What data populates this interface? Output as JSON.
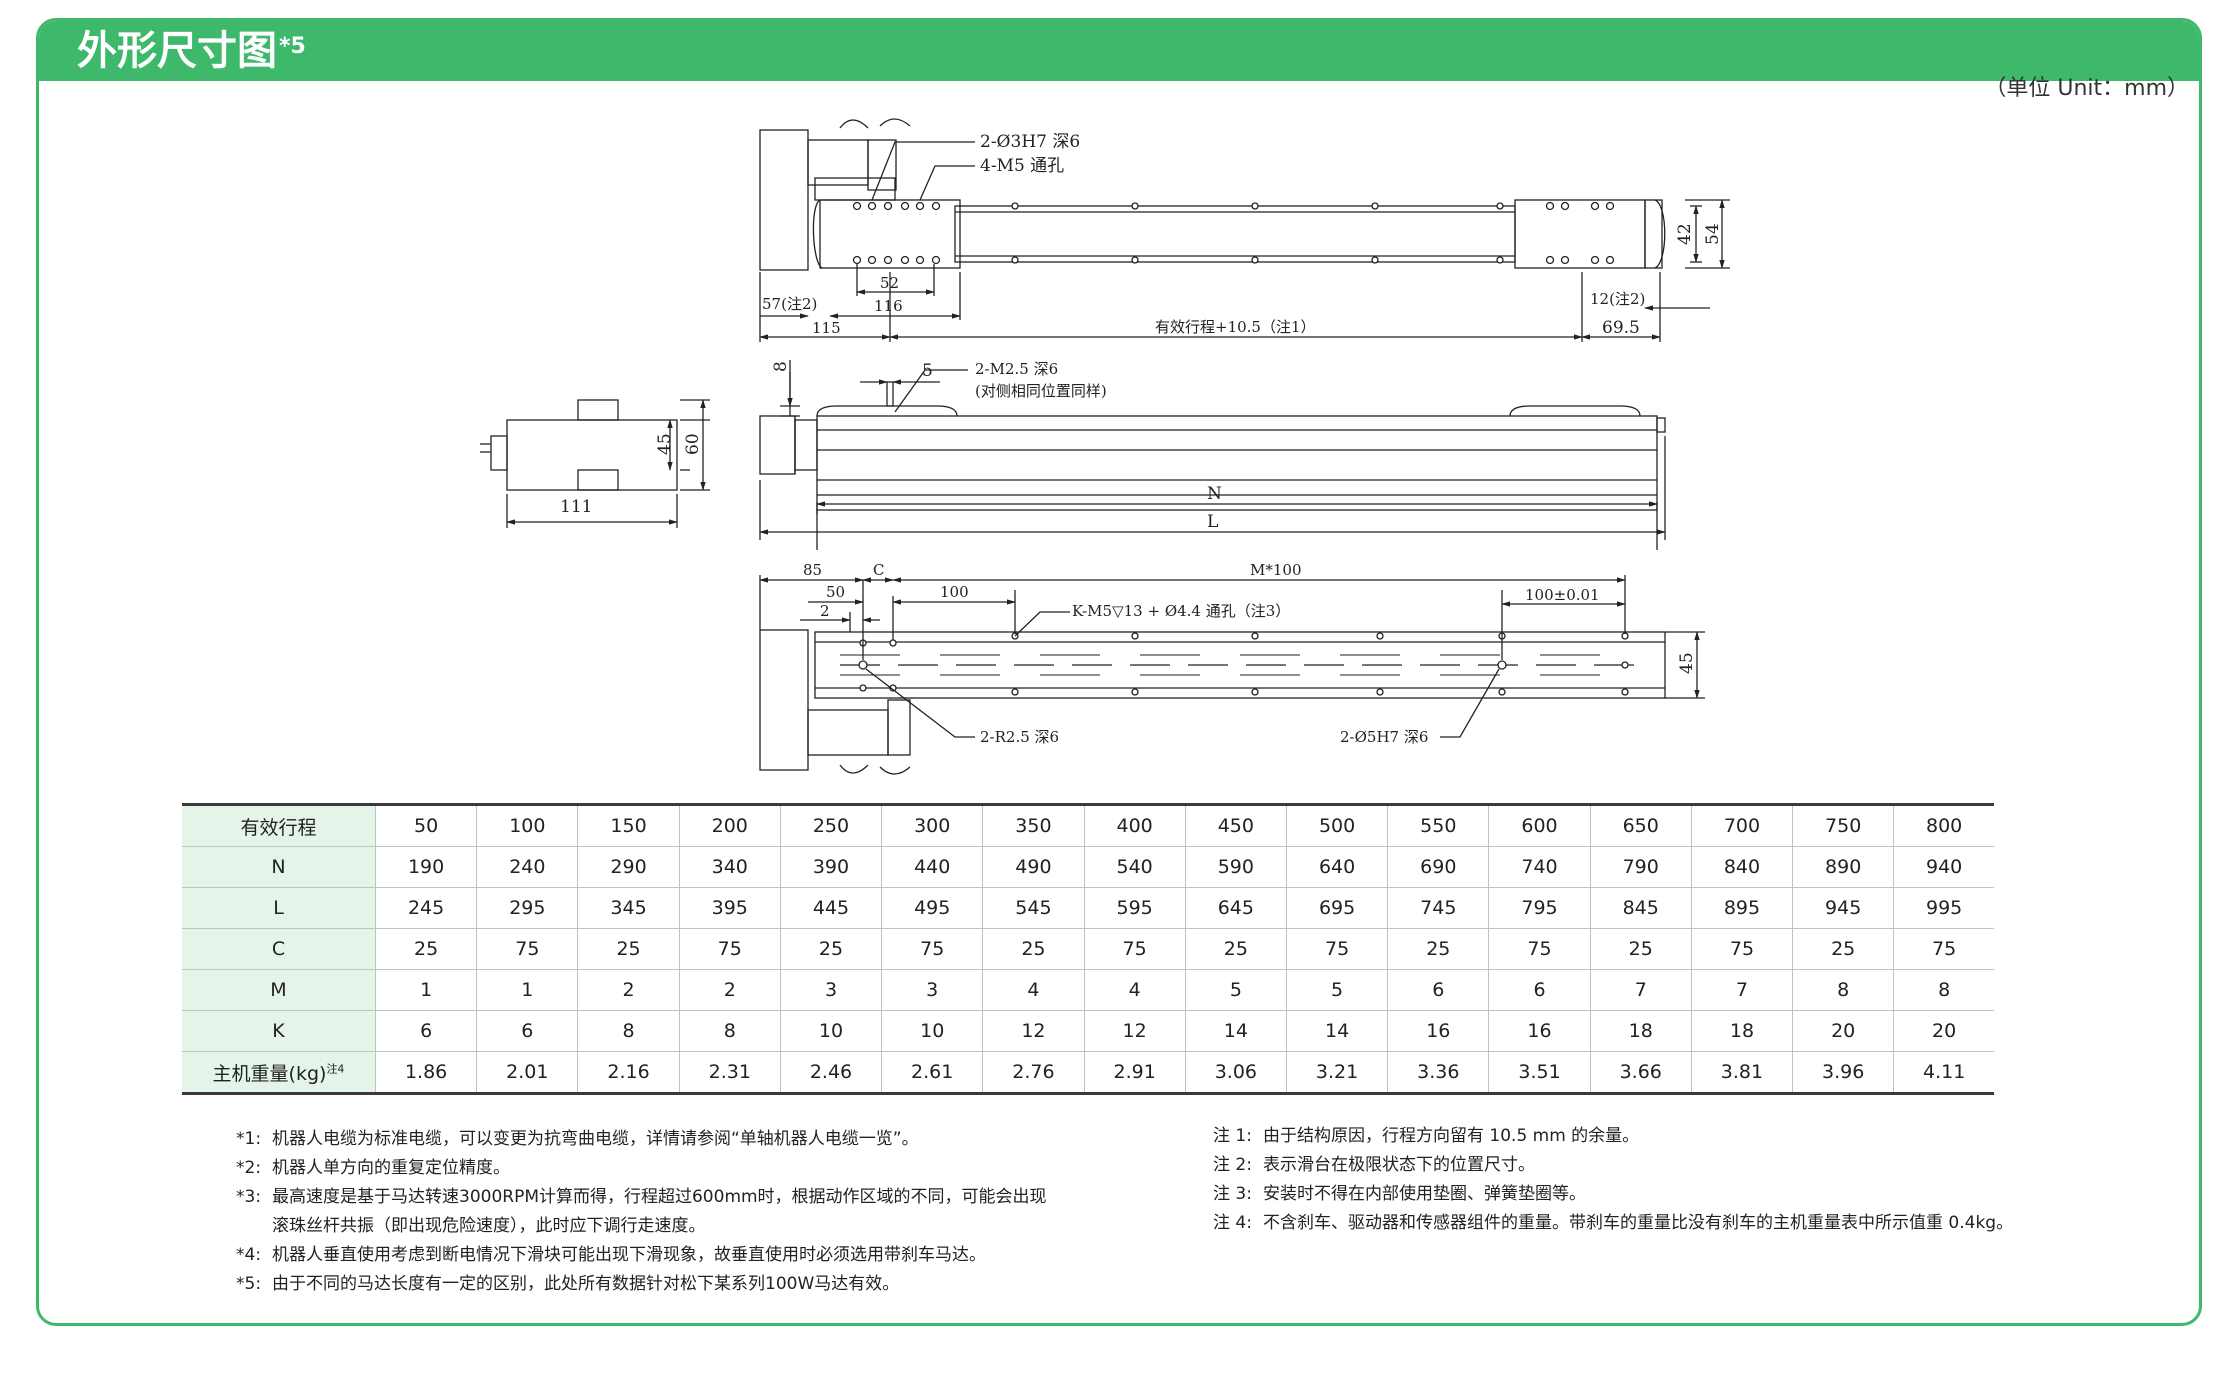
{
  "header": {
    "title": "外形尺寸图",
    "title_sup": "*5",
    "unit_note": "（单位 Unit：mm）"
  },
  "drawing": {
    "top_view": {
      "callout_1": "2-Ø3H7 深6",
      "callout_2": "4-M5 通孔",
      "dim_42": "42",
      "dim_54": "54",
      "dim_52": "52",
      "dim_116": "116",
      "dim_57": "57(注2)",
      "dim_115": "115",
      "dim_stroke": "有效行程+10.5（注1）",
      "dim_12": "12(注2)",
      "dim_69_5": "69.5"
    },
    "end_view": {
      "dim_45": "45",
      "dim_60": "60",
      "dim_111": "111"
    },
    "side_view": {
      "dim_8": "8",
      "dim_5": "5",
      "callout_1": "2-M2.5 深6",
      "callout_2": "(对侧相同位置同样)",
      "dim_N": "N",
      "dim_L": "L"
    },
    "bottom_view": {
      "dim_85": "85",
      "dim_C": "C",
      "dim_M100": "M*100",
      "dim_50": "50",
      "dim_100": "100",
      "dim_2": "2",
      "dim_100tol": "100±0.01",
      "callout_k": "K-M5▽13 + Ø4.4 通孔（注3）",
      "callout_r": "2-R2.5 深6",
      "callout_h7": "2-Ø5H7 深6",
      "dim_45": "45"
    }
  },
  "table": {
    "headers": [
      "有效行程",
      "50",
      "100",
      "150",
      "200",
      "250",
      "300",
      "350",
      "400",
      "450",
      "500",
      "550",
      "600",
      "650",
      "700",
      "750",
      "800"
    ],
    "rows": [
      {
        "label": "N",
        "sup": "",
        "values": [
          "190",
          "240",
          "290",
          "340",
          "390",
          "440",
          "490",
          "540",
          "590",
          "640",
          "690",
          "740",
          "790",
          "840",
          "890",
          "940"
        ]
      },
      {
        "label": "L",
        "sup": "",
        "values": [
          "245",
          "295",
          "345",
          "395",
          "445",
          "495",
          "545",
          "595",
          "645",
          "695",
          "745",
          "795",
          "845",
          "895",
          "945",
          "995"
        ]
      },
      {
        "label": "C",
        "sup": "",
        "values": [
          "25",
          "75",
          "25",
          "75",
          "25",
          "75",
          "25",
          "75",
          "25",
          "75",
          "25",
          "75",
          "25",
          "75",
          "25",
          "75"
        ]
      },
      {
        "label": "M",
        "sup": "",
        "values": [
          "1",
          "1",
          "2",
          "2",
          "3",
          "3",
          "4",
          "4",
          "5",
          "5",
          "6",
          "6",
          "7",
          "7",
          "8",
          "8"
        ]
      },
      {
        "label": "K",
        "sup": "",
        "values": [
          "6",
          "6",
          "8",
          "8",
          "10",
          "10",
          "12",
          "12",
          "14",
          "14",
          "16",
          "16",
          "18",
          "18",
          "20",
          "20"
        ]
      },
      {
        "label": "主机重量(kg)",
        "sup": "注4",
        "values": [
          "1.86",
          "2.01",
          "2.16",
          "2.31",
          "2.46",
          "2.61",
          "2.76",
          "2.91",
          "3.06",
          "3.21",
          "3.36",
          "3.51",
          "3.66",
          "3.81",
          "3.96",
          "4.11"
        ]
      }
    ]
  },
  "notes_left": [
    {
      "key": "*1:",
      "text": "机器人电缆为标准电缆，可以变更为抗弯曲电缆，详情请参阅“单轴机器人电缆一览”。"
    },
    {
      "key": "*2:",
      "text": "机器人单方向的重复定位精度。"
    },
    {
      "key": "*3:",
      "text": "最高速度是基于马达转速3000RPM计算而得，行程超过600mm时，根据动作区域的不同，可能会出现"
    },
    {
      "key": "",
      "text": "滚珠丝杆共振（即出现危险速度），此时应下调行走速度。"
    },
    {
      "key": "*4:",
      "text": "机器人垂直使用考虑到断电情况下滑块可能出现下滑现象，故垂直使用时必须选用带刹车马达。"
    },
    {
      "key": "*5:",
      "text": "由于不同的马达长度有一定的区别，此处所有数据针对松下某系列100W马达有效。"
    }
  ],
  "notes_right": [
    {
      "key": "注 1:",
      "text": "由于结构原因，行程方向留有  10.5 mm 的余量。"
    },
    {
      "key": "注 2:",
      "text": "表示滑台在极限状态下的位置尺寸。"
    },
    {
      "key": "注 3:",
      "text": "安装时不得在内部使用垫圈、弹簧垫圈等。"
    },
    {
      "key": "注 4:",
      "text": "不含刹车、驱动器和传感器组件的重量。带刹车的重量比没有刹车的主机重量表中所示值重 0.4kg。"
    }
  ],
  "colors": {
    "accent": "#3eb86b",
    "table_head_bg": "#e4f4e8"
  }
}
